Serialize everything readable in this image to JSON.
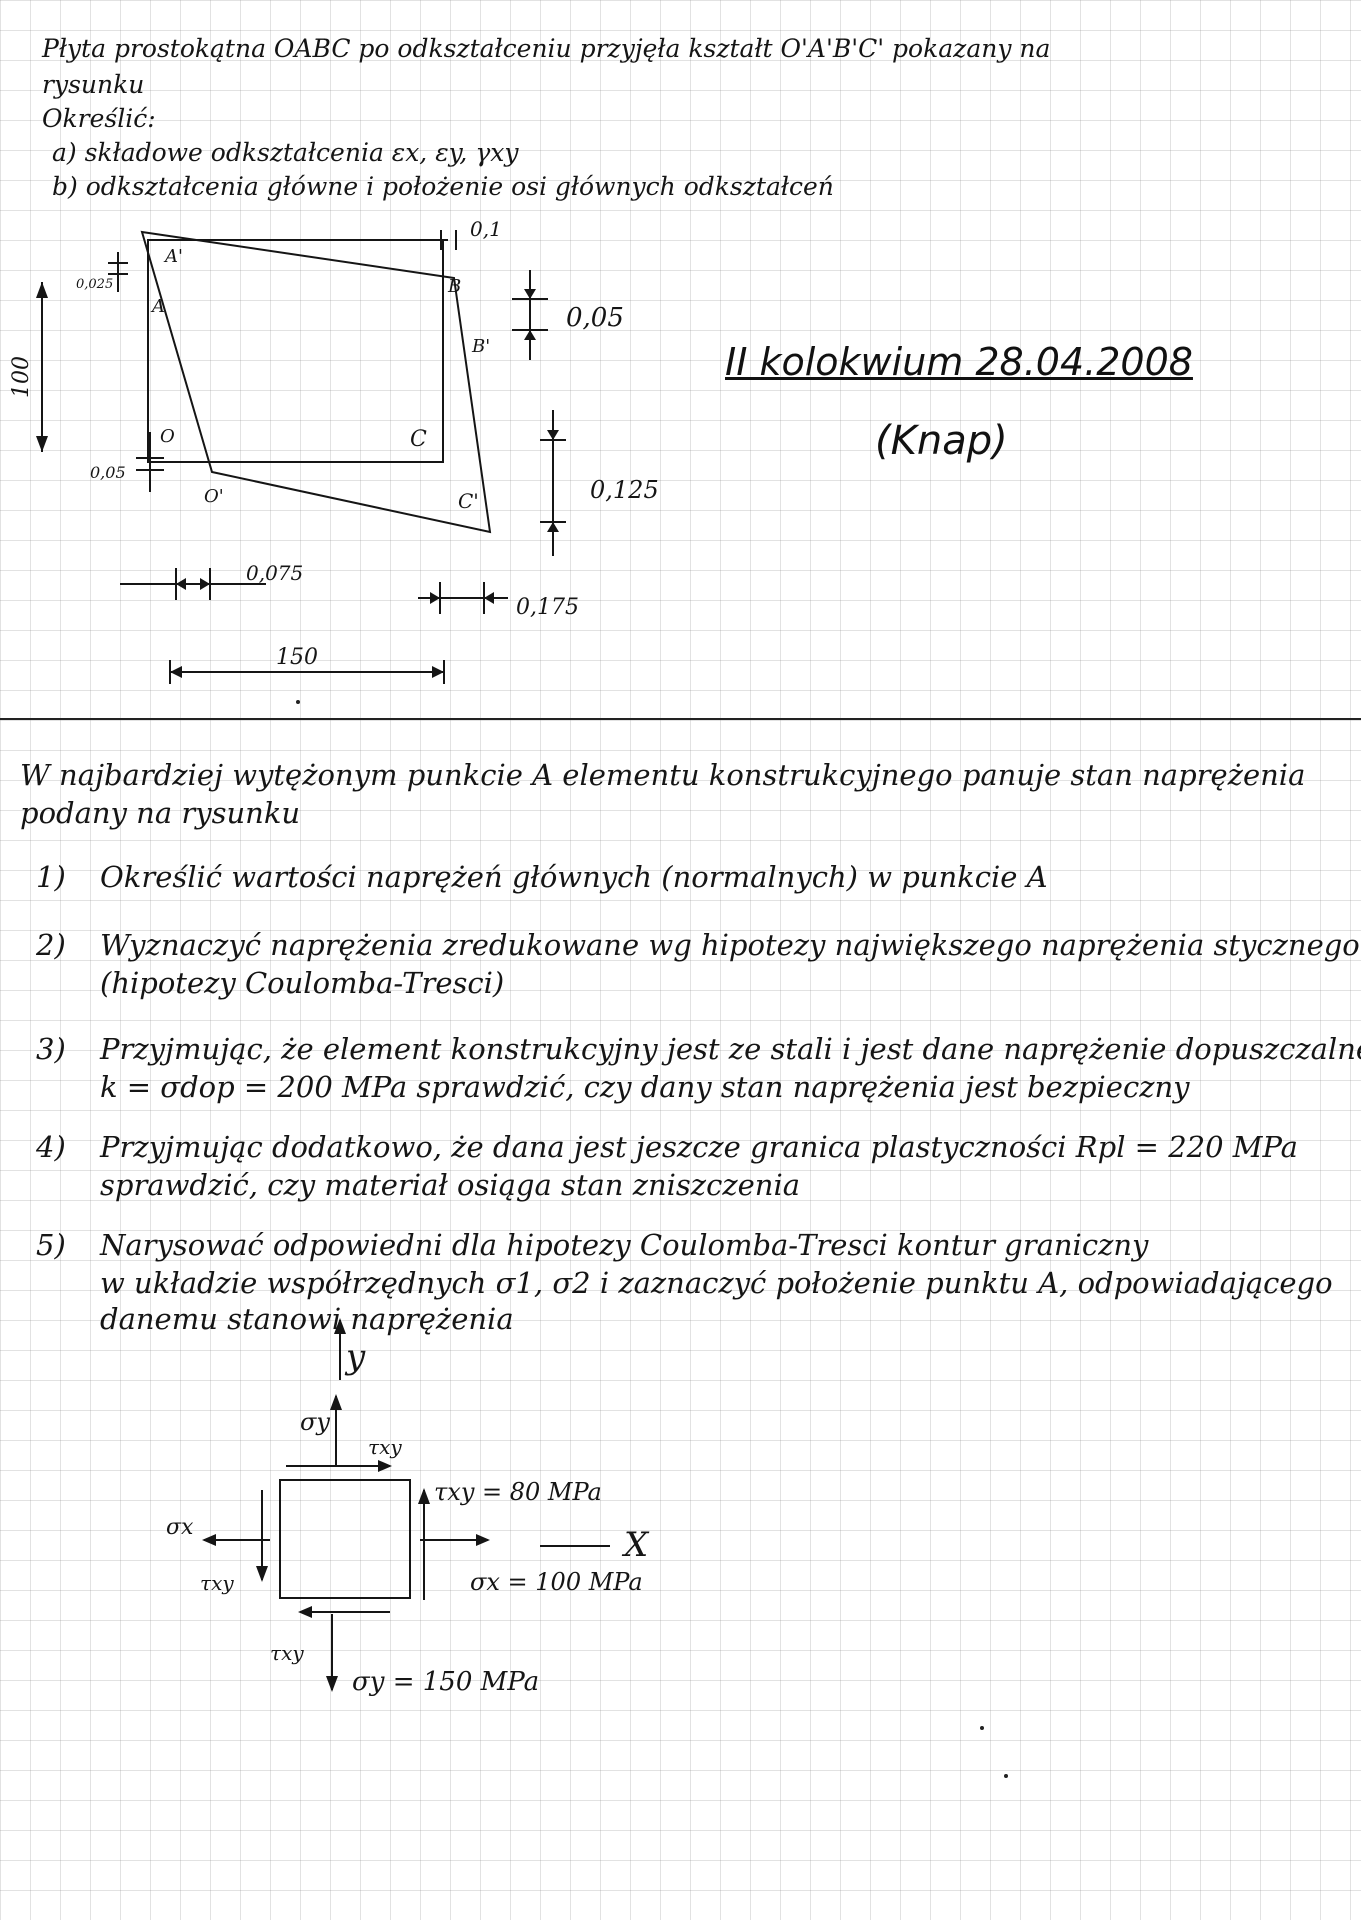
{
  "problem1": {
    "line1": "Płyta prostokątna OABC po odkształceniu przyjęła kształt O'A'B'C' pokazany na",
    "line2": "rysunku",
    "line3": "Określić:",
    "item_a": "a) składowe odkształcenia εx, εy, γxy",
    "item_b": "b) odkształcenia główne i położenie osi głównych odkształceń"
  },
  "figure1": {
    "labels": {
      "A_prime": "A'",
      "A": "A",
      "B": "B",
      "B_prime": "B'",
      "O": "O",
      "O_prime": "O'",
      "C": "C",
      "C_prime": "C'"
    },
    "dims": {
      "top": "0,1",
      "left_top": "0,025",
      "right_top": "0,05",
      "height": "100",
      "left_bottom": "0,05",
      "right_bottom": "0,125",
      "bottom_left": "0,075",
      "bottom_right": "0,175",
      "width": "150"
    }
  },
  "header": {
    "title": "II kolokwium 28.04.2008",
    "author": "(Knap)"
  },
  "problem2": {
    "intro1": "W najbardziej wytężonym punkcie A elementu konstrukcyjnego panuje stan naprężenia",
    "intro2": "podany na rysunku",
    "items": [
      {
        "num": "1)",
        "line1": "Określić wartości naprężeń głównych (normalnych) w punkcie A",
        "line2": ""
      },
      {
        "num": "2)",
        "line1": "Wyznaczyć naprężenia zredukowane wg hipotezy największego naprężenia stycznego",
        "line2": "(hipotezy Coulomba-Tresci)"
      },
      {
        "num": "3)",
        "line1": "Przyjmując, że element konstrukcyjny jest ze stali i jest dane naprężenie dopuszczalne",
        "line2": "k = σdop = 200 MPa sprawdzić, czy dany stan naprężenia jest bezpieczny"
      },
      {
        "num": "4)",
        "line1": "Przyjmując dodatkowo, że dana jest jeszcze granica plastyczności Rpl = 220 MPa",
        "line2": "sprawdzić, czy materiał osiąga stan zniszczenia"
      },
      {
        "num": "5)",
        "line1": "Narysować odpowiedni dla hipotezy Coulomba-Tresci kontur graniczny",
        "line2": "w układzie współrzędnych σ1, σ2 i zaznaczyć położenie punktu A, odpowiadającego",
        "line3": "danemu stanowi naprężenia"
      }
    ]
  },
  "figure2": {
    "axis_y": "y",
    "axis_x": "X",
    "sigma_y": "σy",
    "tau_xy": "τxy",
    "sigma_x": "σx",
    "tau_val": "τxy = 80 MPa",
    "sigma_x_val": "σx = 100 MPa",
    "sigma_y_val": "σy = 150 MPa"
  }
}
